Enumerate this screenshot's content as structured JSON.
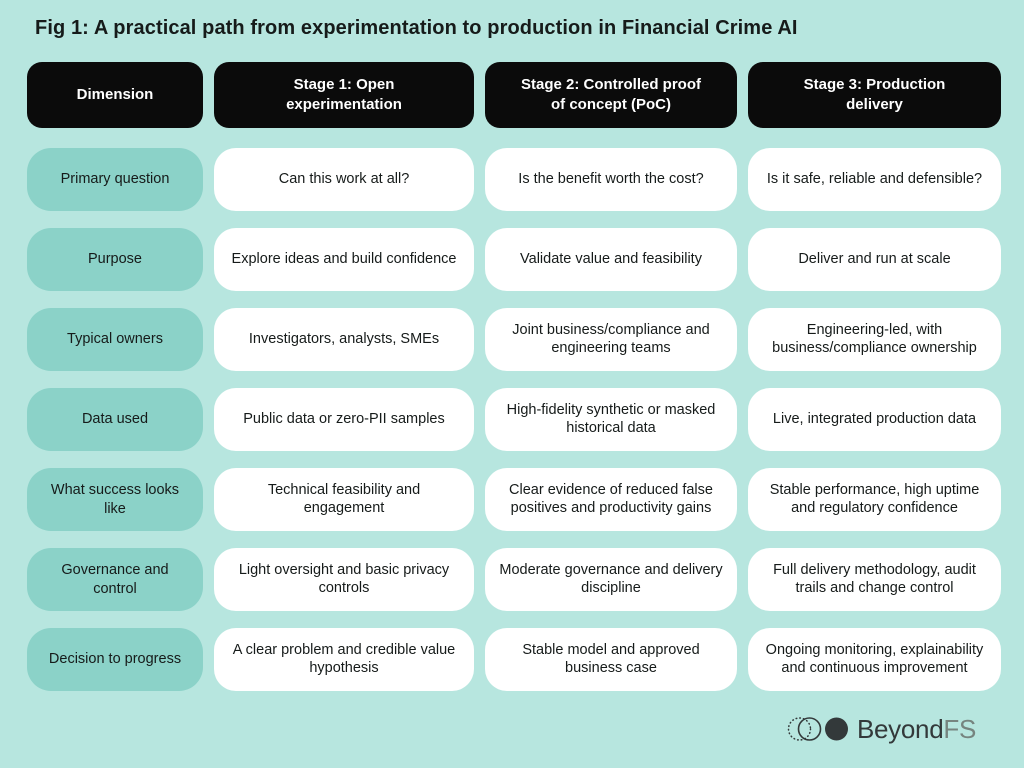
{
  "title": "Fig 1: A practical path from experimentation to production in Financial Crime AI",
  "colors": {
    "background": "#b7e6df",
    "header_bg": "#0b0b0b",
    "header_text": "#ffffff",
    "dimension_bg": "#8bd2c8",
    "cell_bg": "#ffffff",
    "text": "#161b1a",
    "logo_dark": "#33393a",
    "logo_light": "#76847f"
  },
  "table": {
    "columns": [
      {
        "label": "Dimension"
      },
      {
        "label": "Stage 1: Open experimentation"
      },
      {
        "label": "Stage 2: Controlled proof of concept (PoC)"
      },
      {
        "label": "Stage 3: Production delivery"
      }
    ],
    "rows": [
      {
        "dimension": "Primary question",
        "cells": [
          "Can this work at all?",
          "Is the benefit worth the cost?",
          "Is it safe, reliable and defensible?"
        ]
      },
      {
        "dimension": "Purpose",
        "cells": [
          "Explore ideas and build confidence",
          "Validate value and feasibility",
          "Deliver and run at scale"
        ]
      },
      {
        "dimension": "Typical owners",
        "cells": [
          "Investigators, analysts, SMEs",
          "Joint business/compliance and engineering teams",
          "Engineering-led, with business/compliance ownership"
        ]
      },
      {
        "dimension": "Data used",
        "cells": [
          "Public data or zero-PII samples",
          "High-fidelity synthetic or masked historical data",
          "Live, integrated production data"
        ]
      },
      {
        "dimension": "What success looks like",
        "cells": [
          "Technical feasibility and engagement",
          "Clear evidence of reduced false positives and productivity gains",
          "Stable performance, high uptime and regulatory confidence"
        ]
      },
      {
        "dimension": "Governance and control",
        "cells": [
          "Light oversight and basic privacy controls",
          "Moderate governance and delivery discipline",
          "Full delivery methodology, audit trails and change control"
        ]
      },
      {
        "dimension": "Decision to progress",
        "cells": [
          "A clear problem and credible value hypothesis",
          "Stable model and approved business case",
          "Ongoing monitoring, explainability and continuous improvement"
        ]
      }
    ]
  },
  "logo": {
    "brand_dark": "Beyond",
    "brand_light": "FS"
  }
}
